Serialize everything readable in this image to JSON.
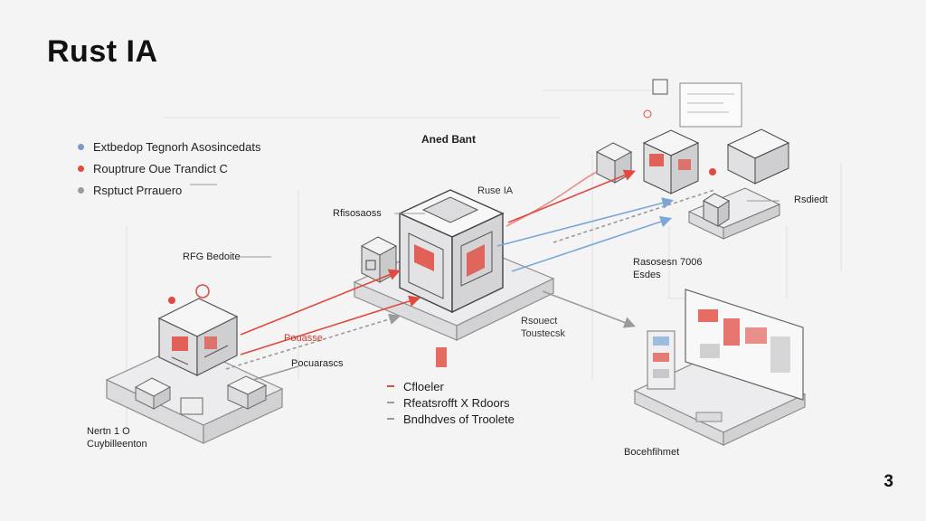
{
  "slide": {
    "title": "Rust IA",
    "page_number": "3"
  },
  "legend": [
    {
      "label": "Extbedop Tegnorh Asosincedats",
      "color": "#7b9ac4"
    },
    {
      "label": "Rouptrure Oue Trandict C",
      "color": "#e04a3f"
    },
    {
      "label": "Rsptuct Prrauero",
      "color": "#9a9a9a"
    }
  ],
  "labels": {
    "center_top": "Aned Bant",
    "center_tag": "Ruse IA",
    "center_left": "Rfisosaoss",
    "left_top": "RFG Bedoite",
    "left_arrow_red": "Pouasse",
    "left_arrow_gray": "Pocuarascs",
    "bottom_left": "Nertn 1 O\nCuybilleenton",
    "right_middle": "Rasosesn 7006\nEsdes",
    "center_right": "Rsouect\nToustecsk",
    "right_top": "Rsdiedt",
    "bottom_right": "Bocehfihmet"
  },
  "bottom_list": [
    {
      "label": "Cfloeler",
      "color": "#e04a3f"
    },
    {
      "label": "Rfeatsrofft X Rdoors",
      "color": "#9a9a9a"
    },
    {
      "label": "Bndhdves of Troolete",
      "color": "#9a9a9a"
    }
  ],
  "colors": {
    "accent_red": "#e04a3f",
    "accent_blue": "#7aa7d8",
    "line_gray": "#b5b5b5"
  }
}
